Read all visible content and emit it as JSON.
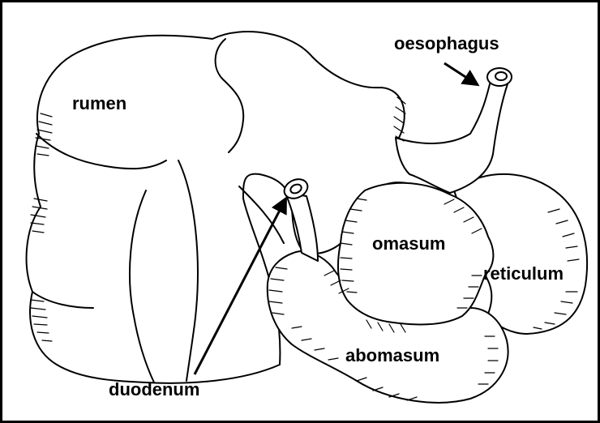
{
  "diagram": {
    "labels": {
      "rumen": "rumen",
      "oesophagus": "oesophagus",
      "omasum": "omasum",
      "reticulum": "reticulum",
      "abomasum": "abomasum",
      "duodenum": "duodenum"
    }
  }
}
